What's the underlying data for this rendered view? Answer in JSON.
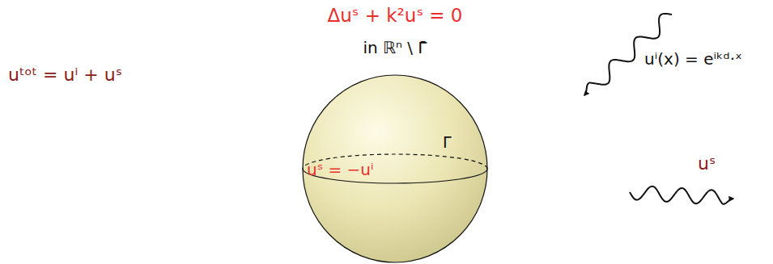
{
  "diagram": {
    "nodes": [
      {
        "text": [
          "uˢ = −uⁱ",
          "Γ"
        ]
      }
    ],
    "labels": [
      "Δuˢ + k²uˢ = 0",
      "in ℝⁿ \\ Γ̄",
      "uᵗᵒᵗ = uⁱ + uˢ",
      "uⁱ(x) = eⁱᵏᵈ·ˣ",
      "uˢ"
    ]
  }
}
